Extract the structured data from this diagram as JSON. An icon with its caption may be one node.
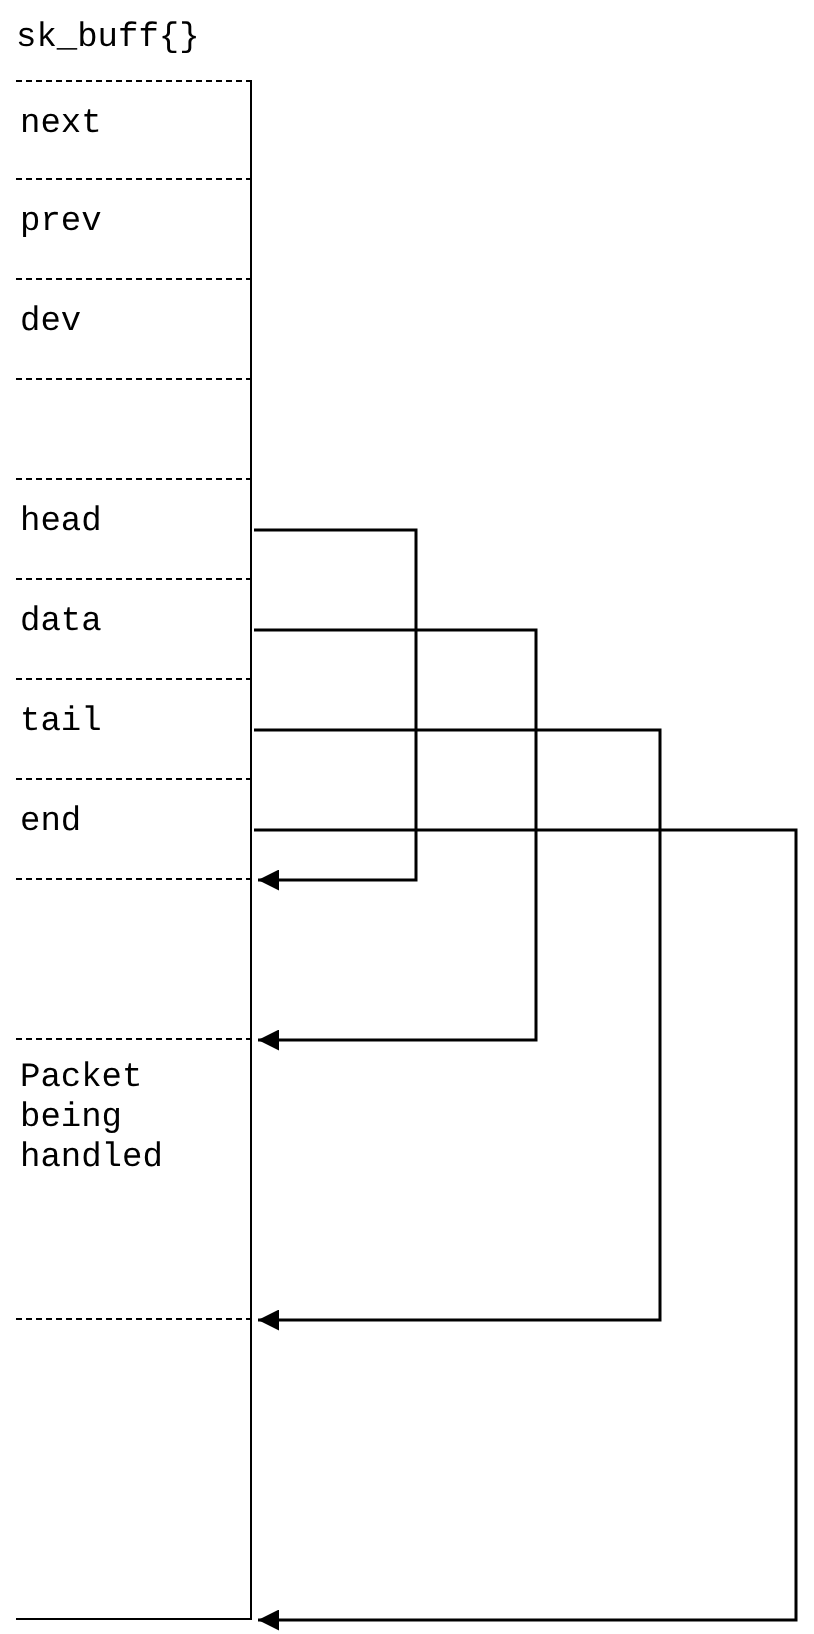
{
  "diagram": {
    "nodes": [
      {
        "text": [
          "sk_buff{}"
        ]
      },
      {
        "text": [
          "next"
        ],
        "in": 0
      },
      {
        "text": [
          "prev"
        ],
        "in": 0
      },
      {
        "text": [
          "dev"
        ],
        "in": 0
      },
      {
        "text": [],
        "shape": "box",
        "in": 0
      },
      {
        "text": [
          "head"
        ],
        "in": 0
      },
      {
        "text": [
          "data"
        ],
        "in": 0
      },
      {
        "text": [
          "tail"
        ],
        "in": 0
      },
      {
        "text": [
          "end"
        ],
        "in": 0
      },
      {
        "text": [],
        "shape": "box"
      },
      {
        "text": [
          "Packet being handled"
        ]
      },
      {
        "text": [],
        "shape": "box"
      }
    ],
    "edges": [
      {
        "from": 5,
        "to": 9,
        "arrow": "to"
      },
      {
        "from": 6,
        "to": 10,
        "arrow": "to"
      },
      {
        "from": 7,
        "to": 11,
        "arrow": "to"
      },
      {
        "from": 8,
        "to": 11,
        "arrow": "to"
      }
    ]
  }
}
